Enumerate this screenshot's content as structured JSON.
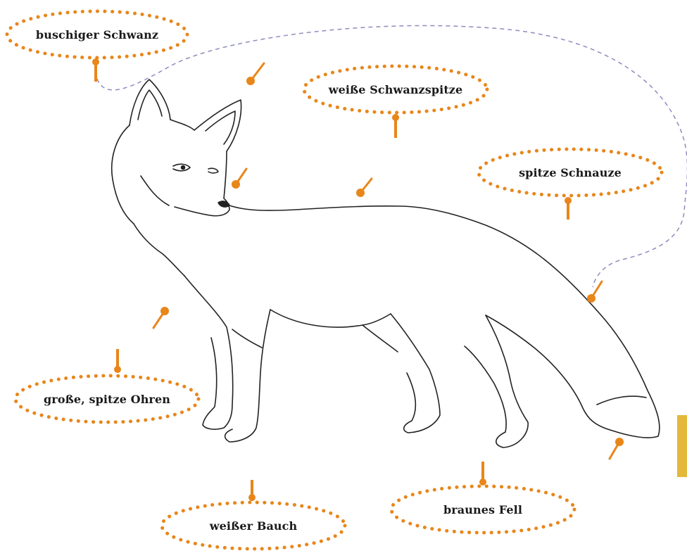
{
  "labels": {
    "buschiger_schwanz": "buschiger Schwanz",
    "weisse_schwanzspitze": "weiße Schwanzspitze",
    "spitze_schnauze": "spitze Schnauze",
    "grosse_spitze_ohren": "große, spitze Ohren",
    "weisser_bauch": "weißer Bauch",
    "braunes_fell": "braunes Fell"
  },
  "colors": {
    "accent": "#e8861a",
    "outline": "#222222",
    "dashed_link": "#8c8cc0",
    "side_tab": "#e3b83b"
  }
}
